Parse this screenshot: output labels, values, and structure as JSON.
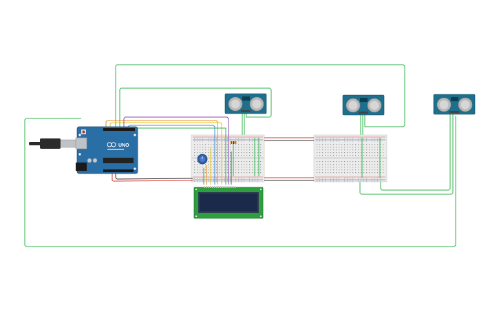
{
  "canvas": {
    "background": "#ffffff"
  },
  "arduino": {
    "label": "UNO",
    "board_color": "#2a6ea6",
    "usb_color": "#bfc3c7",
    "cable_color": "#2b2b2b"
  },
  "lcd": {
    "pcb_color": "#2f9e3f",
    "screen_color": "#1b2a4a"
  },
  "sensors": {
    "count": 3,
    "board_color": "#1e6f8c",
    "transducer_color": "#c9c9c9"
  },
  "breadboards": {
    "count": 2,
    "color": "#ececec",
    "rail_red": "#d44",
    "rail_blue": "#44a"
  },
  "wires": {
    "green": "#2db34a",
    "red": "#d9342b",
    "yellow": "#e3c414",
    "orange": "#ef8a1c",
    "blue": "#3d8fd6",
    "purple": "#8d46b8",
    "dark_green": "#1f7a30"
  }
}
